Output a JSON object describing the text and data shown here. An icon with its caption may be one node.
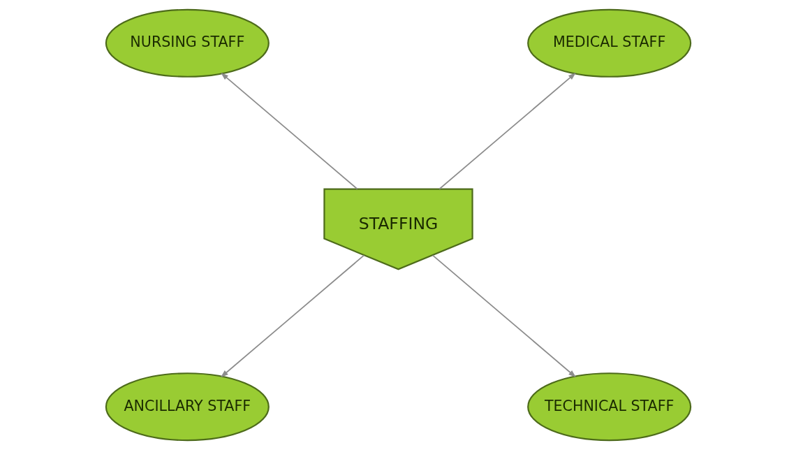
{
  "diagram": {
    "nodes": [
      {
        "text": [
          "NURSING STAFF"
        ]
      },
      {
        "text": [
          "MEDICAL STAFF"
        ]
      },
      {
        "text": [
          "STAFFING"
        ]
      },
      {
        "text": [
          "ANCILLARY STAFF"
        ]
      },
      {
        "text": [
          "TECHNICAL STAFF"
        ]
      }
    ],
    "edges": [
      {
        "from": 2,
        "to": 0,
        "arrow": "to"
      },
      {
        "from": 2,
        "to": 1,
        "arrow": "to"
      },
      {
        "from": 2,
        "to": 3,
        "arrow": "to"
      },
      {
        "from": 2,
        "to": 4,
        "arrow": "to"
      }
    ]
  }
}
